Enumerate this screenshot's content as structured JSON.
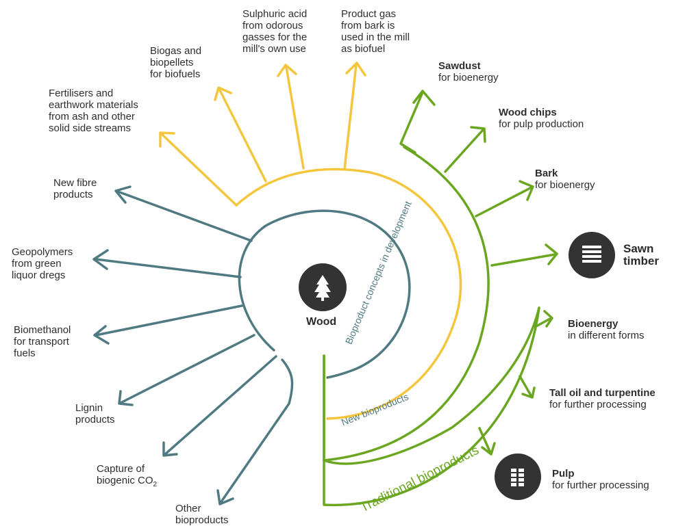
{
  "colors": {
    "concept": "#4f7a82",
    "new": "#f4c63d",
    "traditional": "#6aa620",
    "node": "#333333"
  },
  "center": {
    "label": "Wood",
    "icon": "tree-icon"
  },
  "ring_labels": {
    "concepts": "Bioproduct concepts in development",
    "new": "New bioproducts",
    "traditional": "Traditional bioproducts"
  },
  "concept_products": [
    {
      "lines": [
        "New fibre",
        "products"
      ]
    },
    {
      "lines": [
        "Geopolymers",
        "from green",
        "liquor dregs"
      ]
    },
    {
      "lines": [
        "Biomethanol",
        "for transport",
        "fuels"
      ]
    },
    {
      "lines": [
        "Lignin",
        "products"
      ]
    },
    {
      "lines": [
        "Capture of",
        "biogenic CO",
        "2"
      ]
    },
    {
      "lines": [
        "Other",
        "bioproducts"
      ]
    }
  ],
  "new_products": [
    {
      "lines": [
        "Fertilisers and",
        "earthwork materials",
        "from ash and other",
        "solid side streams"
      ]
    },
    {
      "lines": [
        "Biogas and",
        "biopellets",
        "for biofuels"
      ]
    },
    {
      "lines": [
        "Sulphuric acid",
        "from odorous",
        "gasses for the",
        "mill's own use"
      ]
    },
    {
      "lines": [
        "Product gas",
        "from bark is",
        "used in the mill",
        "as biofuel"
      ]
    }
  ],
  "traditional_products": [
    {
      "title": "Sawdust",
      "sub": "for bioenergy"
    },
    {
      "title": "Wood chips",
      "sub": "for pulp production"
    },
    {
      "title": "Bark",
      "sub": "for bioenergy"
    },
    {
      "title": "Sawn",
      "title2": "timber",
      "icon": "timber-stack-icon"
    },
    {
      "title": "Bioenergy",
      "sub": "in different forms"
    },
    {
      "title": "Tall oil and turpentine",
      "sub": "for further processing"
    },
    {
      "title": "Pulp",
      "sub": "for further processing",
      "icon": "pulp-bale-icon"
    }
  ]
}
